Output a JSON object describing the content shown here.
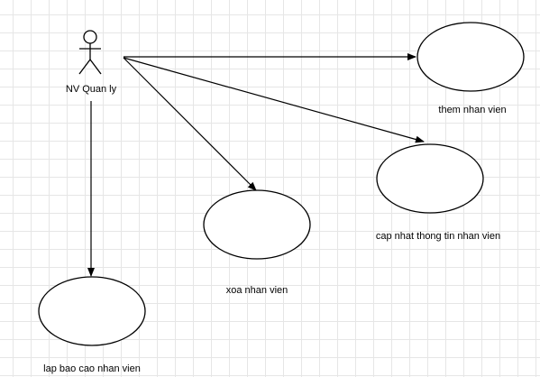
{
  "actor": {
    "name": "NV Quan ly"
  },
  "use_cases": [
    {
      "id": "them",
      "label": "them nhan vien"
    },
    {
      "id": "capnhat",
      "label": "cap nhat thong tin nhan vien"
    },
    {
      "id": "xoa",
      "label": "xoa nhan vien"
    },
    {
      "id": "baocao",
      "label": "lap bao cao nhan vien"
    }
  ],
  "associations": [
    {
      "from": "NV Quan ly",
      "to": "them nhan vien"
    },
    {
      "from": "NV Quan ly",
      "to": "cap nhat thong tin nhan vien"
    },
    {
      "from": "NV Quan ly",
      "to": "xoa nhan vien"
    },
    {
      "from": "NV Quan ly",
      "to": "lap bao cao nhan vien"
    }
  ],
  "colors": {
    "stroke": "#000000",
    "fill": "#ffffff",
    "grid": "#e6e6e6"
  }
}
